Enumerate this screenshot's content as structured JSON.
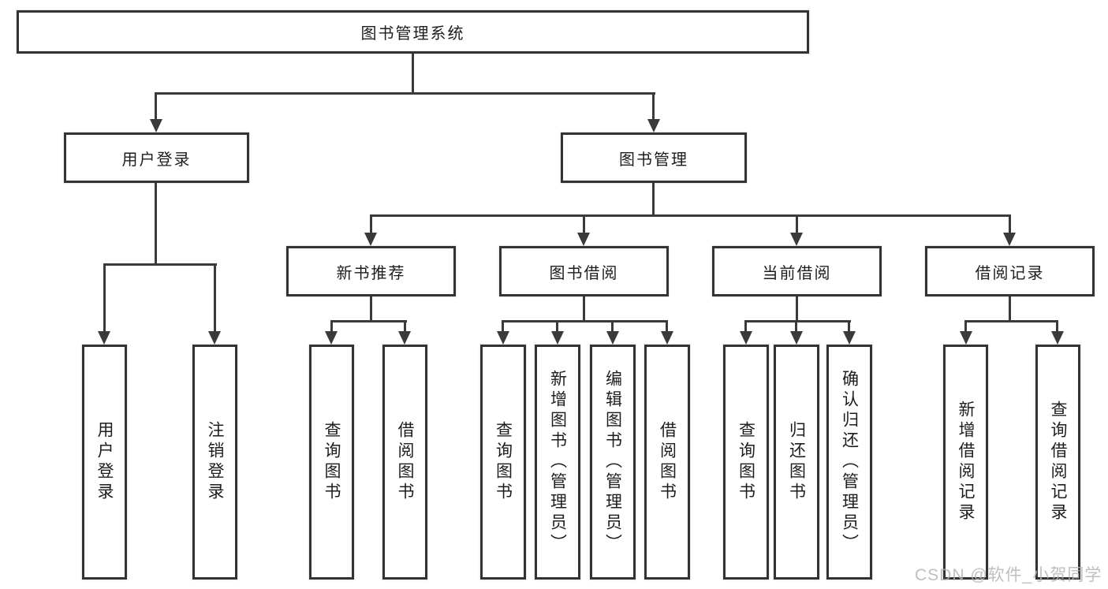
{
  "root": {
    "title": "图书管理系统"
  },
  "login": {
    "label": "用户登录",
    "children": [
      {
        "label": "用户登录"
      },
      {
        "label": "注销登录"
      }
    ]
  },
  "management": {
    "label": "图书管理",
    "sections": [
      {
        "label": "新书推荐",
        "children": [
          {
            "label": "查询图书"
          },
          {
            "label": "借阅图书"
          }
        ]
      },
      {
        "label": "图书借阅",
        "children": [
          {
            "label": "查询图书"
          },
          {
            "label": "新增图书（管理员）"
          },
          {
            "label": "编辑图书（管理员）"
          },
          {
            "label": "借阅图书"
          }
        ]
      },
      {
        "label": "当前借阅",
        "children": [
          {
            "label": "查询图书"
          },
          {
            "label": "归还图书"
          },
          {
            "label": "确认归还（管理员）"
          }
        ]
      },
      {
        "label": "借阅记录",
        "children": [
          {
            "label": "新增借阅记录"
          },
          {
            "label": "查询借阅记录"
          }
        ]
      }
    ]
  },
  "watermark": {
    "text": "CSDN @软件_小贺同学"
  },
  "colors": {
    "line": "#3a3a3a",
    "border": "#333333",
    "text": "#1d1d1d",
    "watermark": "#b5b5b5"
  }
}
